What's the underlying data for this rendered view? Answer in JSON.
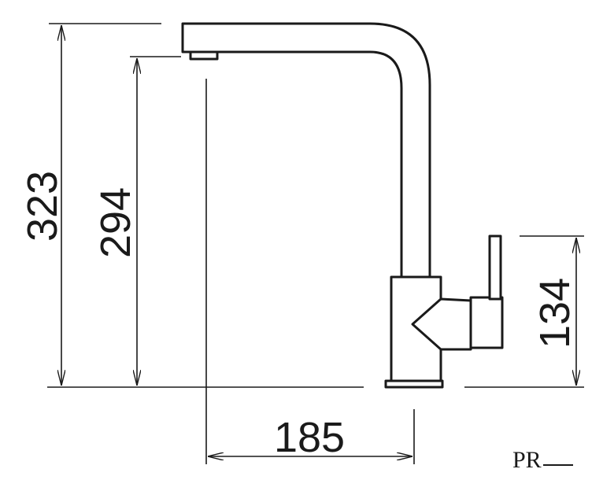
{
  "dimensions": {
    "overall_height": "323",
    "spout_height": "294",
    "reach": "185",
    "lever_height": "134"
  },
  "logo": {
    "mark": "PR",
    "color": "#1a1a1a"
  },
  "colors": {
    "line": "#1a1a1a",
    "background": "#ffffff"
  }
}
